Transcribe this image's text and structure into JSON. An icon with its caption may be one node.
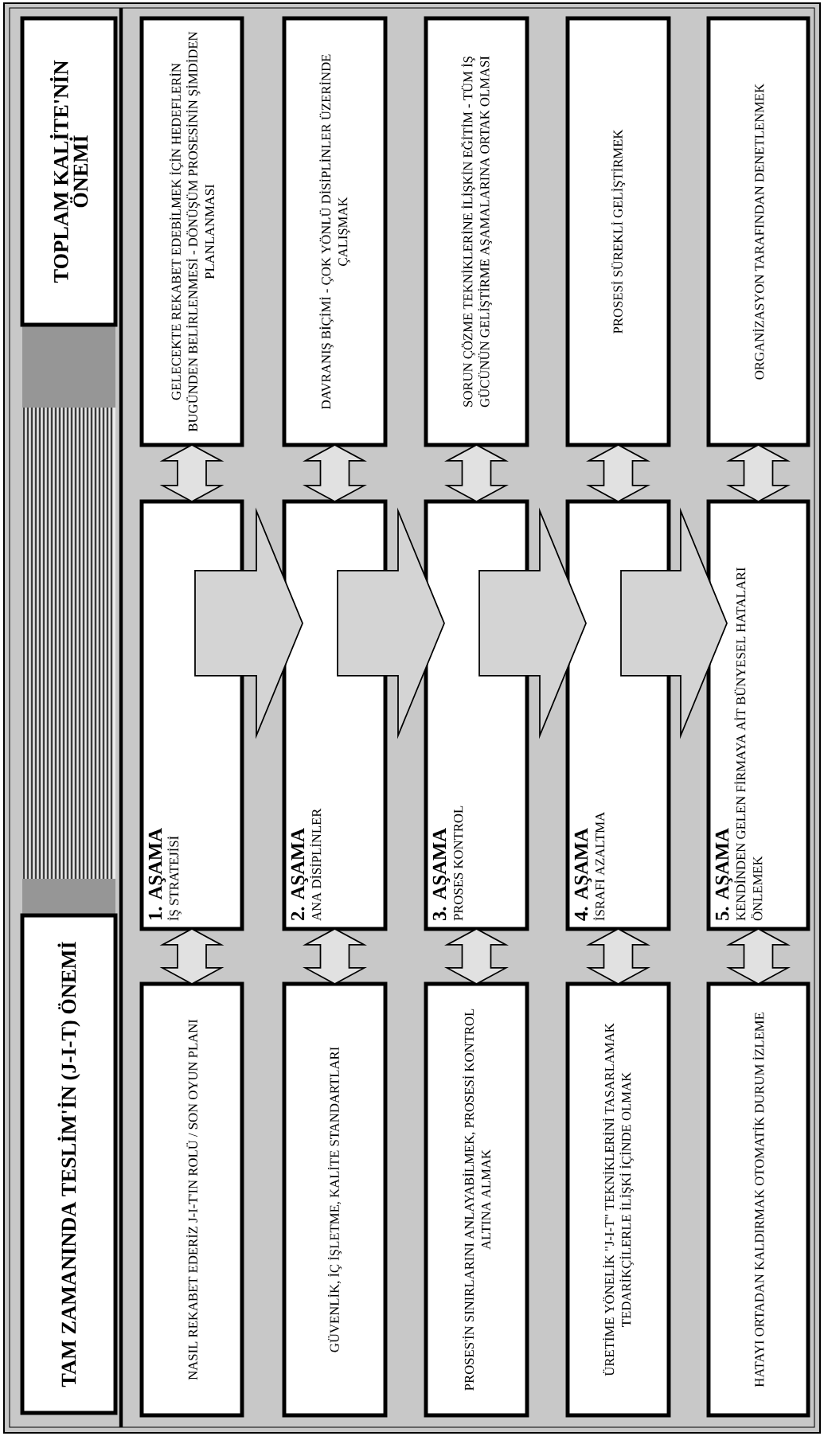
{
  "diagram": {
    "nodes": [
      {
        "text": [
          "TAM ZAMANINDA TESLİM'İN (J-I-T) ÖNEMİ"
        ]
      },
      {
        "text": [
          "TOPLAM KALİTE'NİN ÖNEMİ"
        ]
      },
      {
        "text": [
          "NASIL REKABET EDERİZ J-I-T'IN ROLÜ / SON OYUN PLANI"
        ]
      },
      {
        "text": [
          "1. AŞAMA",
          "İŞ STRATEJİSİ"
        ]
      },
      {
        "text": [
          "GELECEKTE REKABET EDEBİLMEK İÇİN HEDEFLERİN BUGÜNDEN BELİRLENMESİ - DÖNÜŞÜM PROSESİNİN ŞİMDİDEN PLANLANMASI"
        ]
      },
      {
        "text": [
          "GÜVENLİK, İÇ İŞLETME, KALİTE STANDARTLARI"
        ]
      },
      {
        "text": [
          "2. AŞAMA",
          "ANA DİSİPLİNLER"
        ]
      },
      {
        "text": [
          "DAVRANIŞ BİÇİMİ - ÇOK YÖNLÜ DİSİPLİNLER ÜZERİNDE ÇALIŞMAK"
        ]
      },
      {
        "text": [
          "PROSES'İN SINIRLARINI ANLAYABİLMEK, PROSESİ KONTROL ALTINA ALMAK"
        ]
      },
      {
        "text": [
          "3. AŞAMA",
          "PROSES KONTROL"
        ]
      },
      {
        "text": [
          "SORUN ÇÖZME TEKNİKLERİNE İLİŞKİN EĞİTİM - TÜM İŞ GÜCÜNÜN GELİŞTİRME AŞAMALARINA ORTAK OLMASI"
        ]
      },
      {
        "text": [
          "ÜRETİME YÖNELİK \"J-I-T\" TEKNİKLERİNİ TASARLAMAK TEDARİKÇİLERLE İLİŞKİ İÇİNDE OLMAK"
        ]
      },
      {
        "text": [
          "4. AŞAMA",
          "İSRAFI AZALTMA"
        ]
      },
      {
        "text": [
          "PROSESİ SÜREKLİ GELİŞTİRMEK"
        ]
      },
      {
        "text": [
          "HATAYI ORTADAN KALDIRMAK OTOMATİK DURUM İZLEME"
        ]
      },
      {
        "text": [
          "5. AŞAMA",
          "KENDİNDEN GELEN FİRMAYA AİT BÜNYESEL HATALARI ÖNLEMEK"
        ]
      },
      {
        "text": [
          "ORGANİZASYON TARAFINDAN DENETLENMEK"
        ]
      }
    ],
    "edges": [
      {
        "from": 2,
        "to": 3,
        "arrow": "both"
      },
      {
        "from": 3,
        "to": 4,
        "arrow": "both"
      },
      {
        "from": 5,
        "to": 6,
        "arrow": "both"
      },
      {
        "from": 6,
        "to": 7,
        "arrow": "both"
      },
      {
        "from": 8,
        "to": 9,
        "arrow": "both"
      },
      {
        "from": 9,
        "to": 10,
        "arrow": "both"
      },
      {
        "from": 11,
        "to": 12,
        "arrow": "both"
      },
      {
        "from": 12,
        "to": 13,
        "arrow": "both"
      },
      {
        "from": 14,
        "to": 15,
        "arrow": "both"
      },
      {
        "from": 15,
        "to": 16,
        "arrow": "both"
      },
      {
        "from": 3,
        "to": 6,
        "arrow": "to"
      },
      {
        "from": 6,
        "to": 9,
        "arrow": "to"
      },
      {
        "from": 9,
        "to": 12,
        "arrow": "to"
      },
      {
        "from": 12,
        "to": 15,
        "arrow": "to"
      }
    ]
  }
}
